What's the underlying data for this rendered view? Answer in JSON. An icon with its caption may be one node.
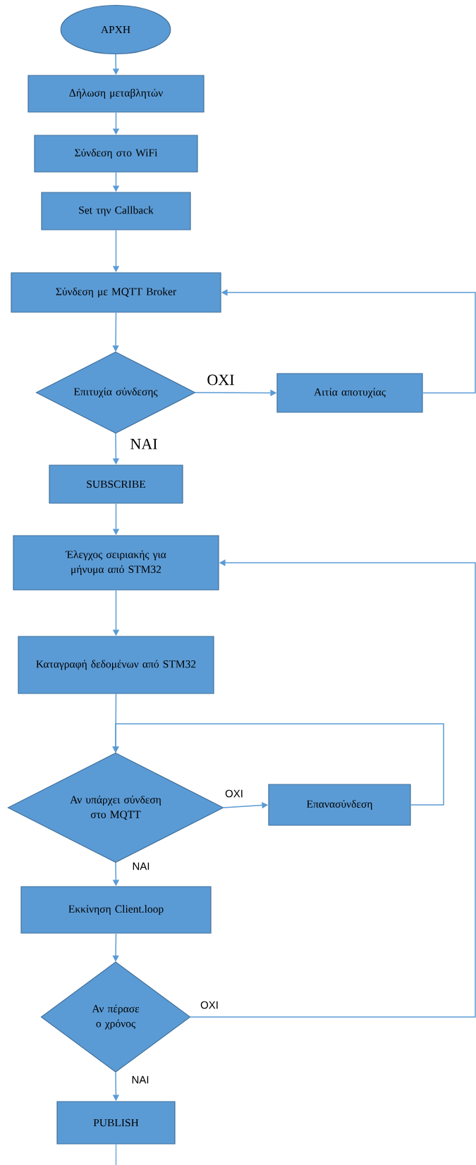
{
  "diagram": {
    "nodes": [
      {
        "text": [
          "ΑΡΧΗ"
        ]
      },
      {
        "text": [
          "Δήλωση μεταβλητών"
        ]
      },
      {
        "text": [
          "Σύνδεση στο WiFi"
        ]
      },
      {
        "text": [
          "Set την Callback"
        ]
      },
      {
        "text": [
          "Σύνδεση με MQTT Broker"
        ]
      },
      {
        "text": [
          "Επιτυχία σύνδεσης"
        ]
      },
      {
        "text": [
          "Αιτία αποτυχίας"
        ]
      },
      {
        "text": [
          "SUBSCRIBE"
        ]
      },
      {
        "text": [
          "Έλεγχος σειριακής για μήνυμα από STM32"
        ]
      },
      {
        "text": [
          "Καταγραφή δεδομένων από STM32"
        ]
      },
      {
        "text": [
          "Αν υπάρχει σύνδεση στο MQTT"
        ]
      },
      {
        "text": [
          "Επανασύνδεση"
        ]
      },
      {
        "text": [
          "Εκκίνηση Client.loop"
        ]
      },
      {
        "text": [
          "Αν πέρασε ο χρόνος"
        ]
      },
      {
        "text": [
          "PUBLISH"
        ]
      }
    ],
    "edges": [
      {
        "from": 0,
        "to": 1,
        "arrow": "to"
      },
      {
        "from": 1,
        "to": 2,
        "arrow": "to"
      },
      {
        "from": 2,
        "to": 3,
        "arrow": "to"
      },
      {
        "from": 3,
        "to": 4,
        "arrow": "to"
      },
      {
        "from": 4,
        "to": 5,
        "arrow": "to"
      },
      {
        "from": 5,
        "to": 6,
        "arrow": "to",
        "label": "OXI"
      },
      {
        "from": 6,
        "to": 4,
        "arrow": "to"
      },
      {
        "from": 5,
        "to": 7,
        "arrow": "to",
        "label": "NAI"
      },
      {
        "from": 7,
        "to": 8,
        "arrow": "to"
      },
      {
        "from": 8,
        "to": 9,
        "arrow": "to"
      },
      {
        "from": 9,
        "to": 10,
        "arrow": "to"
      },
      {
        "from": 10,
        "to": 11,
        "arrow": "to",
        "label": "OXI"
      },
      {
        "from": 11,
        "to": 10,
        "arrow": "to"
      },
      {
        "from": 10,
        "to": 12,
        "arrow": "to",
        "label": "NAI"
      },
      {
        "from": 12,
        "to": 13,
        "arrow": "to"
      },
      {
        "from": 13,
        "to": 14,
        "arrow": "to",
        "label": "NAI"
      },
      {
        "from": 13,
        "to": 8,
        "arrow": "to",
        "label": "OXI"
      },
      {
        "from": 14,
        "to": null,
        "arrow": "none"
      }
    ]
  }
}
